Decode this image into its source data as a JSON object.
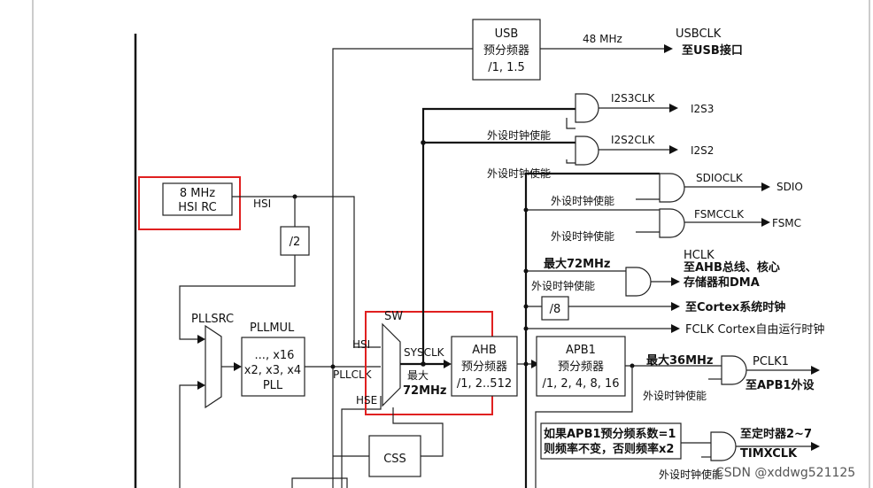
{
  "usb": {
    "title": "USB",
    "line1": "预分频器",
    "line2": "/1, 1.5",
    "freq": "48 MHz",
    "clk": "USBCLK",
    "dest": "至USB接口"
  },
  "hsi_osc": {
    "line1": "8 MHz",
    "line2": "HSI RC",
    "out": "HSI"
  },
  "div2": "/2",
  "pllsrc": "PLLSRC",
  "pllmul": {
    "label": "PLLMUL",
    "line1": "..., x16",
    "line2": "x2, x3, x4",
    "line3": "PLL"
  },
  "pllclk": "PLLCLK",
  "sw": {
    "label": "SW",
    "in_hsi": "HSI",
    "in_hse": "HSE",
    "sysclk": "SYSCLK",
    "max1": "最大",
    "max2": "72MHz"
  },
  "ahb": {
    "title": "AHB",
    "line1": "预分频器",
    "line2": "/1, 2..512"
  },
  "apb1": {
    "title": "APB1",
    "line1": "预分频器",
    "line2": "/1, 2, 4, 8, 16",
    "max": "最大36MHz",
    "pclk1": "PCLK1",
    "dest": "至APB1外设",
    "enable": "外设时钟使能"
  },
  "css": "CSS",
  "i2s3": {
    "clk": "I2S3CLK",
    "dest": "I2S3",
    "enable": "外设时钟使能"
  },
  "i2s2": {
    "clk": "I2S2CLK",
    "dest": "I2S2",
    "enable": "外设时钟使能"
  },
  "sdio": {
    "clk": "SDIOCLK",
    "dest": "SDIO",
    "enable": "外设时钟使能"
  },
  "fsmc": {
    "clk": "FSMCCLK",
    "dest": "FSMC",
    "enable": "外设时钟使能"
  },
  "hclk": {
    "max": "最大72MHz",
    "enable": "外设时钟使能",
    "clk": "HCLK",
    "dest1": "至AHB总线、核心",
    "dest2": "存储器和DMA"
  },
  "div8": {
    "label": "/8",
    "dest": "至Cortex系统时钟"
  },
  "fclk": "FCLK Cortex自由运行时钟",
  "timx": {
    "note1": "如果APB1预分频系数=1",
    "note2": "则频率不变，否则频率x2",
    "dest": "至定时器2~7",
    "clk": "TIMXCLK",
    "enable": "外设时钟使能"
  },
  "watermark": "CSDN @xddwg521125",
  "colors": {
    "highlight": "#e02020",
    "line": "#222222"
  }
}
